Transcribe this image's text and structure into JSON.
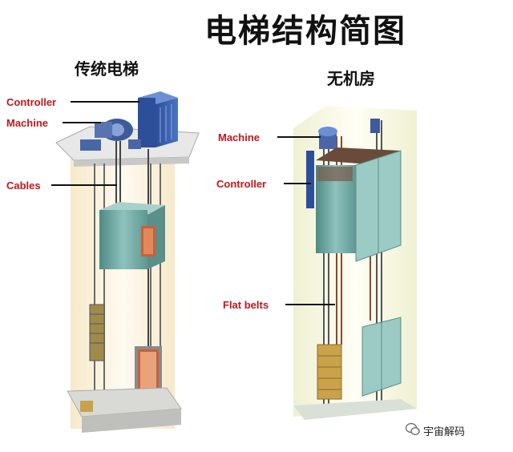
{
  "title": "电梯结构简图",
  "left": {
    "subtitle": "传统电梯",
    "labels": {
      "controller": "Controller",
      "machine": "Machine",
      "cables": "Cables"
    }
  },
  "right": {
    "subtitle": "无机房",
    "labels": {
      "machine": "Machine",
      "controller": "Controller",
      "flat_belts": "Flat belts"
    }
  },
  "watermark": "宇宙解码",
  "colors": {
    "label_red": "#c0171d",
    "car_teal": "#6fa6a0",
    "controller_blue": "#3a5fb0",
    "counterweight": "#c9a24a"
  }
}
